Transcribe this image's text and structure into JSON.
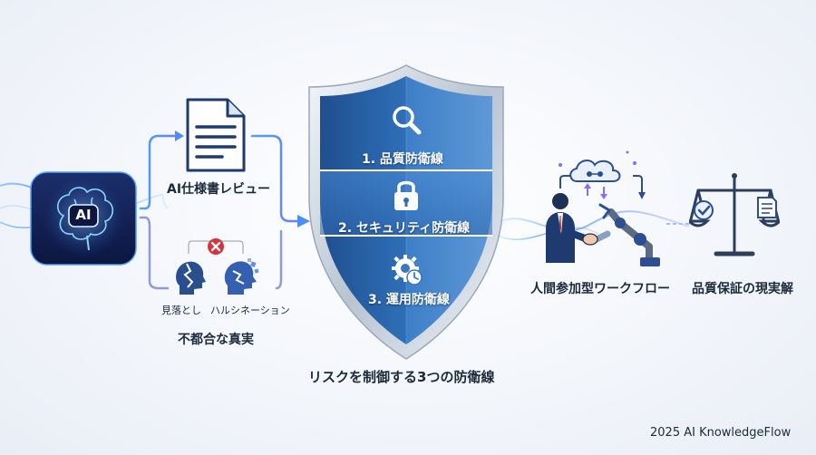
{
  "source": {
    "ai_badge": "AI",
    "review_label": "AI仕様書レビュー",
    "miss_label": "見落とし",
    "hallucination_label": "ハルシネーション",
    "inconvenient_truth_label": "不都合な真実"
  },
  "shield": {
    "layers": [
      {
        "label": "1. 品質防衛線",
        "icon": "magnifier-icon"
      },
      {
        "label": "2. セキュリティ防衛線",
        "icon": "padlock-icon"
      },
      {
        "label": "3. 運用防衛線",
        "icon": "gear-clock-icon"
      }
    ],
    "caption": "リスクを制御する3つの防衛線"
  },
  "outcomes": {
    "workflow_label": "人間参加型ワークフロー",
    "assurance_label": "品質保証の現実解"
  },
  "footer": {
    "credit": "2025 AI KnowledgeFlow"
  },
  "colors": {
    "shield_dark": "#1f4f8f",
    "shield_light": "#5f98d6",
    "accent_blue": "#3b82f6",
    "error_red": "#d9323a",
    "glow_purple": "#8a6bff"
  }
}
